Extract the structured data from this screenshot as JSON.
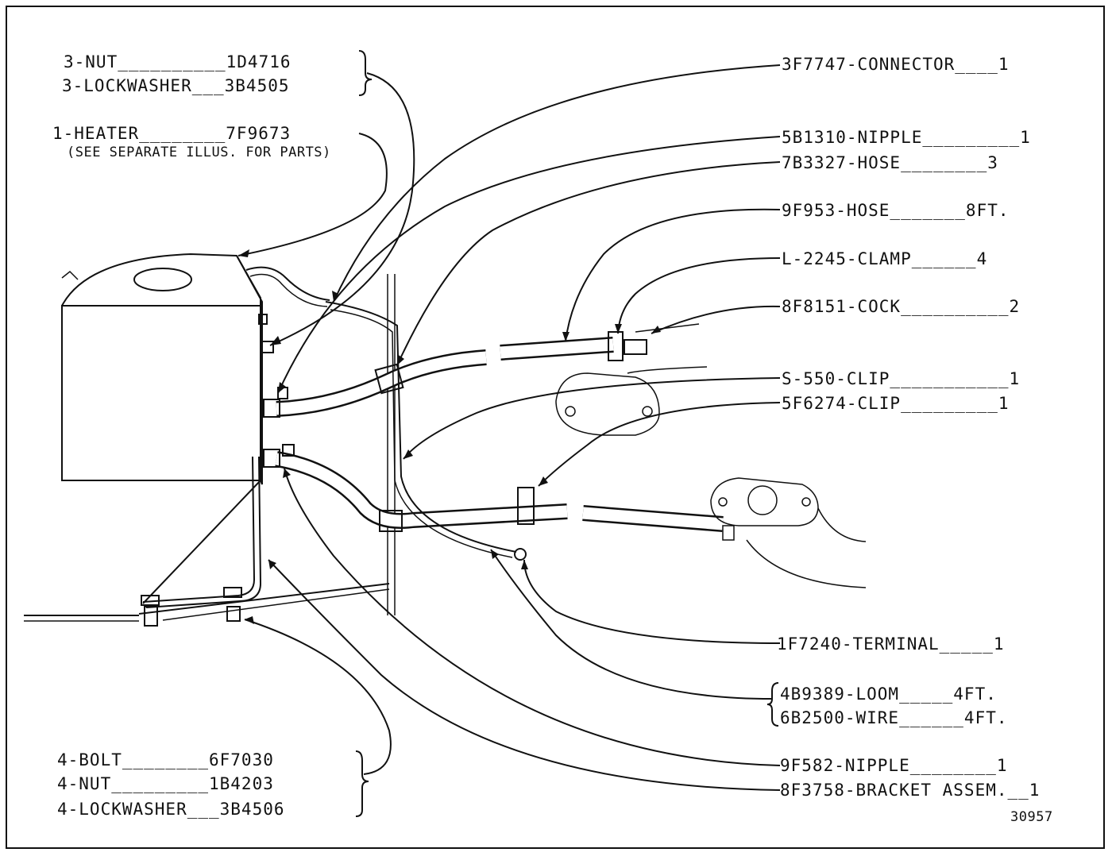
{
  "figure_number": "30957",
  "callouts": {
    "nut_top": "3-NUT__________1D4716",
    "lockwasher_top": "3-LOCKWASHER___3B4505",
    "heater": "1-HEATER________7F9673",
    "heater_note": "(SEE SEPARATE ILLUS. FOR PARTS)",
    "connector": "3F7747-CONNECTOR____1",
    "nipple_1": "5B1310-NIPPLE_________1",
    "hose_1": "7B3327-HOSE________3",
    "hose_2": "9F953-HOSE_______8FT.",
    "clamp": "L-2245-CLAMP______4",
    "cock": "8F8151-COCK__________2",
    "clip_1": "S-550-CLIP___________1",
    "clip_2": "5F6274-CLIP_________1",
    "terminal": "1F7240-TERMINAL_____1",
    "loom": "4B9389-LOOM_____4FT.",
    "wire": "6B2500-WIRE______4FT.",
    "nipple_2": "9F582-NIPPLE________1",
    "bracket": "8F3758-BRACKET ASSEM.__1",
    "bolt": "4-BOLT________6F7030",
    "nut_bottom": "4-NUT_________1B4203",
    "lockwasher_bottom": "4-LOCKWASHER___3B4506"
  }
}
